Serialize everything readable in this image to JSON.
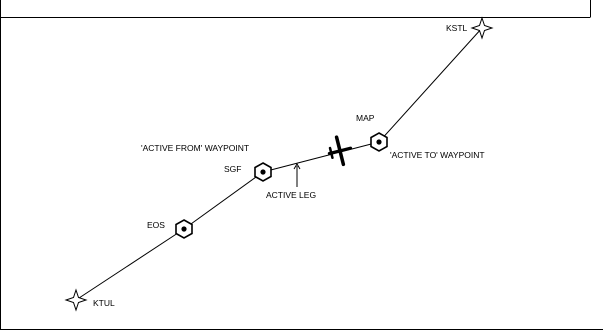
{
  "waypoints": {
    "kstl": "KSTL",
    "map": "MAP",
    "sgf": "SGF",
    "eos": "EOS",
    "ktul": "KTUL"
  },
  "annotations": {
    "active_from": "'ACTIVE FROM' WAYPOINT",
    "active_to": "'ACTIVE TO' WAYPOINT",
    "active_leg": "ACTIVE LEG"
  },
  "icons": {
    "airport": "four-point-star-icon",
    "waypoint": "hexagon-waypoint-icon",
    "aircraft": "airplane-icon"
  },
  "colors": {
    "line": "#000000",
    "background": "#ffffff"
  }
}
